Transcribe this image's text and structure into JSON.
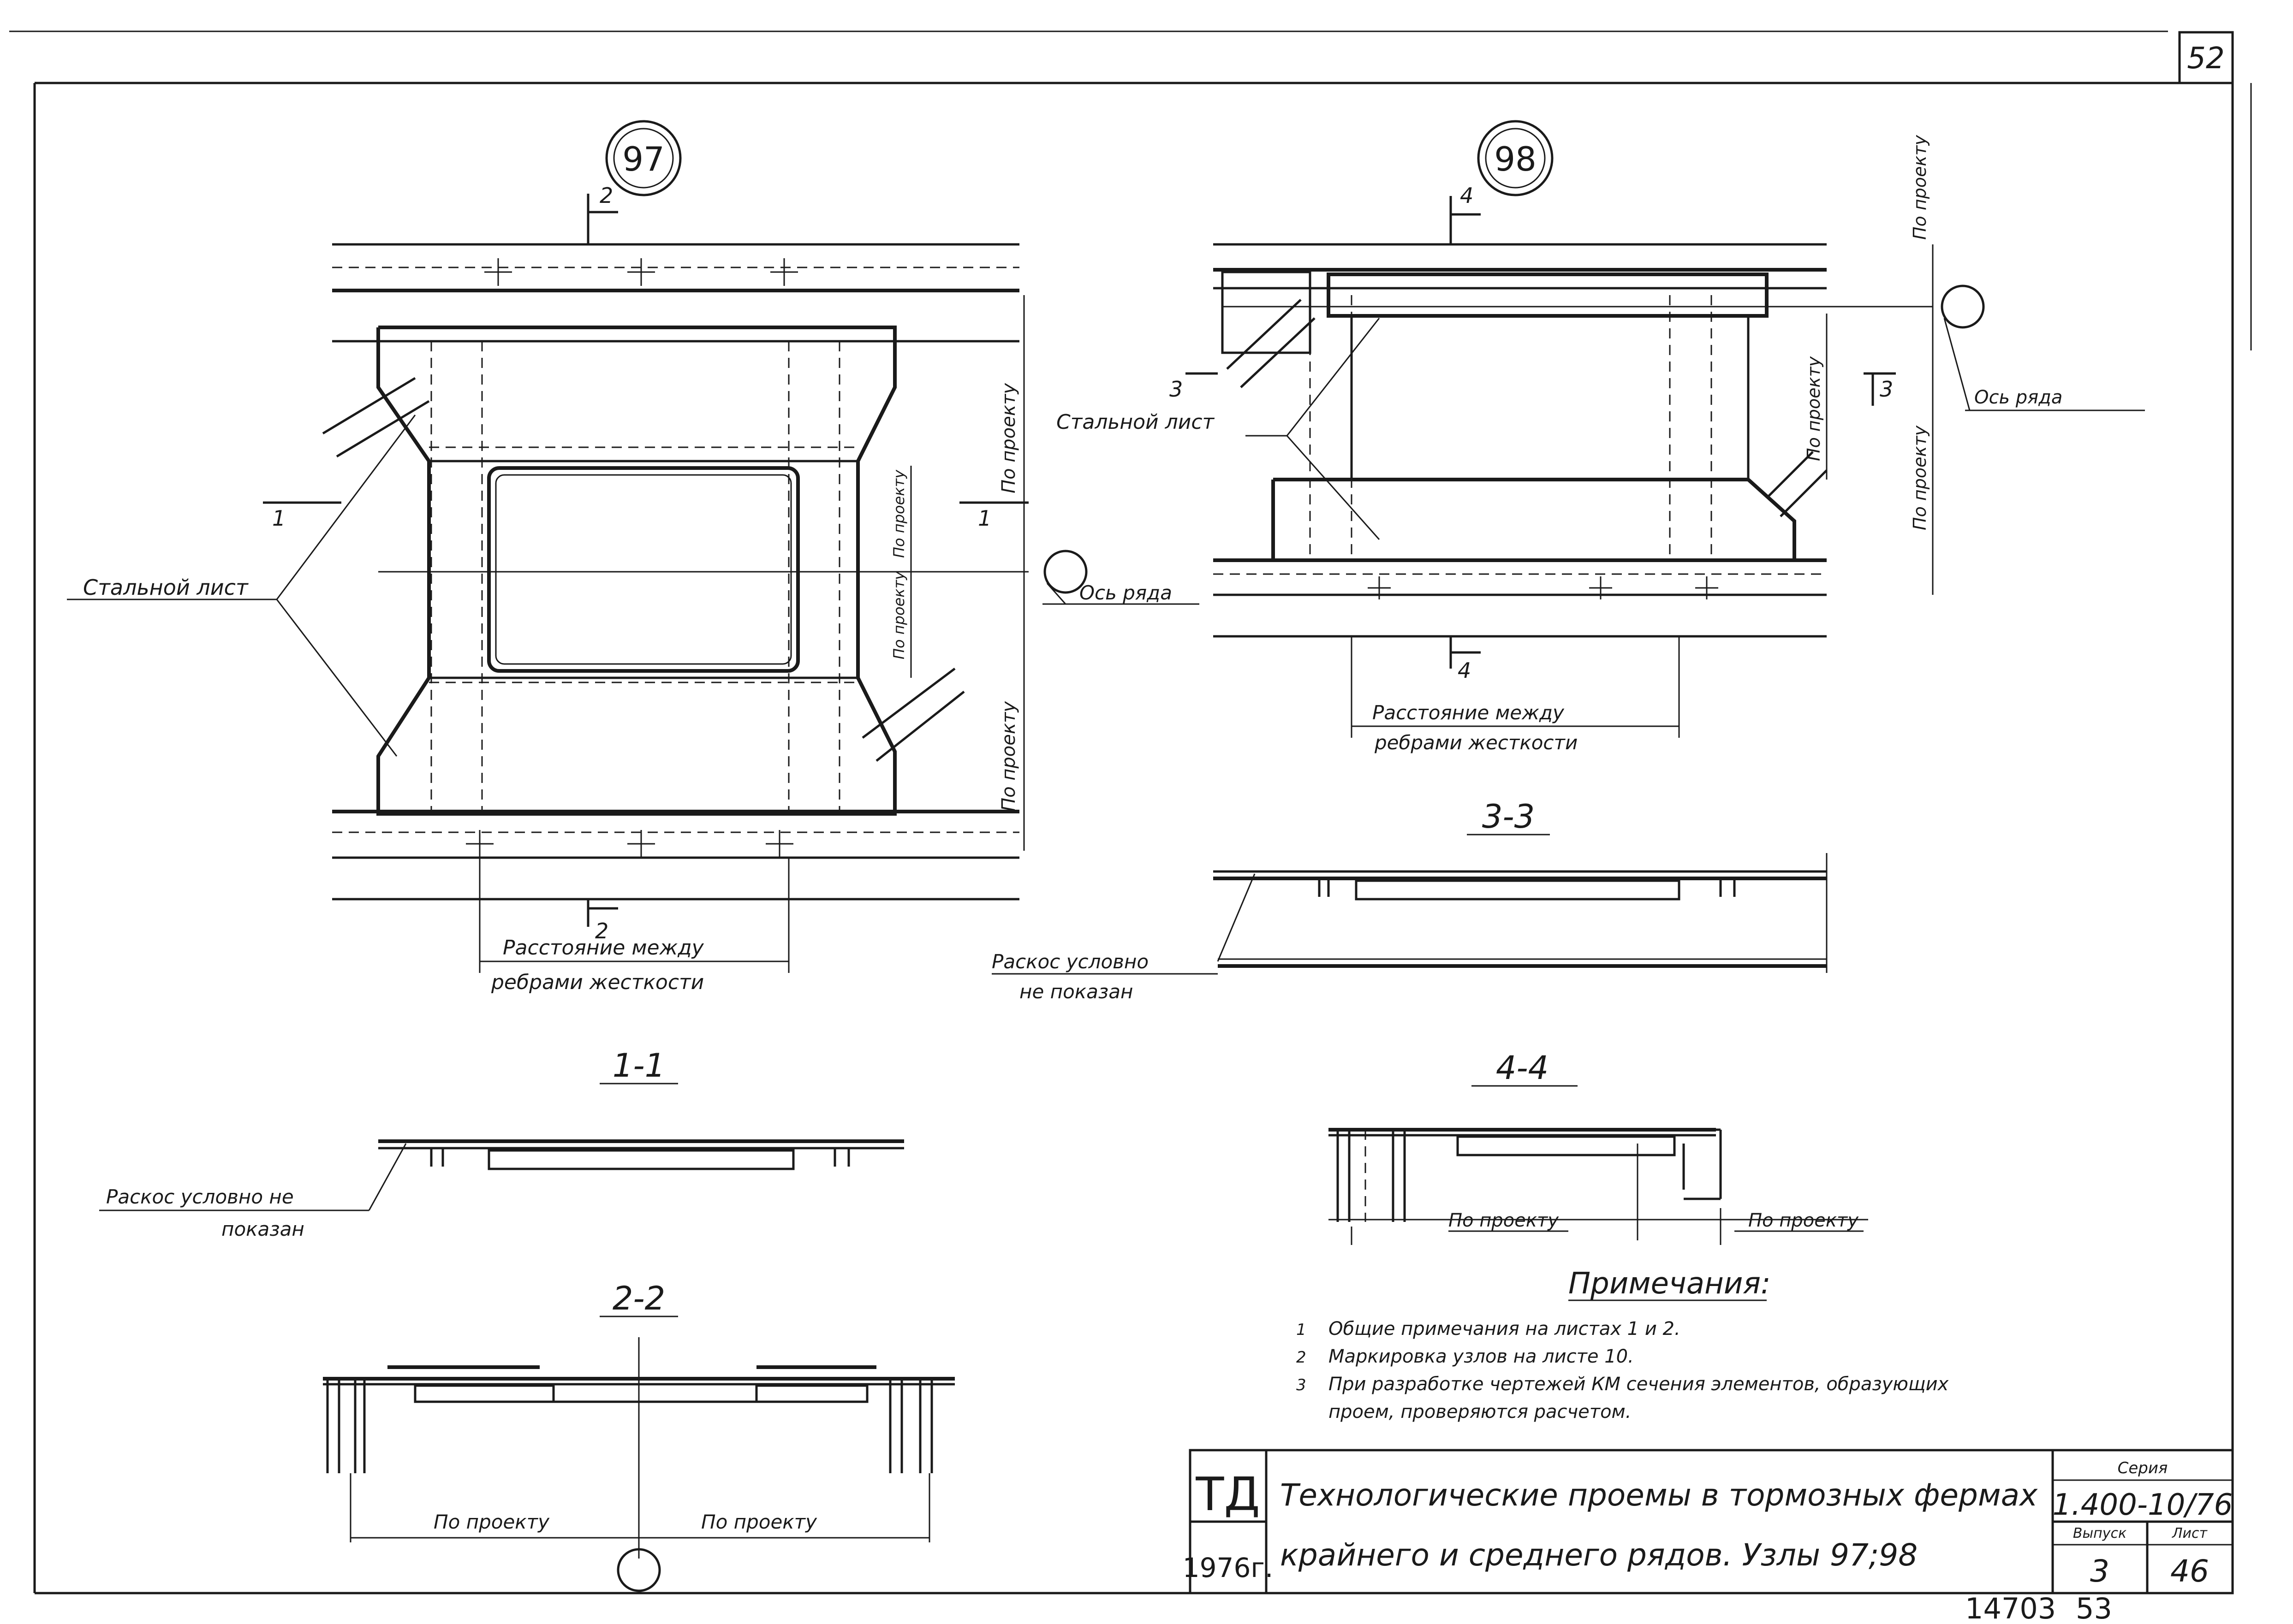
{
  "sheet": {
    "page_number": "52",
    "archive_number": "14703",
    "archive_sheet": "53"
  },
  "node97": {
    "label": "97",
    "cut_1": "1",
    "cut_2": "2",
    "callout_steel_sheet": "Стальной лист",
    "dim_top": "По проекту",
    "dim_inner_top": "По проекту",
    "dim_inner_bottom": "По проекту",
    "dim_bottom": "По проекту",
    "axis_label": "Ось ряда",
    "spacing_label_1": "Расстояние между",
    "spacing_label_2": "ребрами жесткости"
  },
  "node98": {
    "label": "98",
    "cut_3": "3",
    "cut_4": "4",
    "callout_steel_sheet": "Стальной лист",
    "dim_top": "По проекту",
    "dim_inner": "По проекту",
    "dim_right": "По проекту",
    "axis_label": "Ось ряда",
    "spacing_label_1": "Расстояние между",
    "spacing_label_2": "ребрами жесткости"
  },
  "sections": {
    "s11_title": "1-1",
    "s11_note_1": "Раскос условно не",
    "s11_note_2": "показан",
    "s22_title": "2-2",
    "s22_dim_left": "По проекту",
    "s22_dim_right": "По проекту",
    "s33_title": "3-3",
    "s33_note_1": "Раскос условно",
    "s33_note_2": "не показан",
    "s44_title": "4-4",
    "s44_dim_left": "По проекту",
    "s44_dim_right": "По проекту"
  },
  "notes": {
    "heading": "Примечания:",
    "items": [
      {
        "num": "1",
        "text": "Общие примечания на листах 1 и 2."
      },
      {
        "num": "2",
        "text": "Маркировка узлов на листе 10."
      },
      {
        "num": "3",
        "text": "При разработке чертежей КМ сечения элементов, образующих"
      }
    ],
    "item3_cont": "проем, проверяются расчетом."
  },
  "title_block": {
    "org": "ТД",
    "year": "1976г.",
    "title_line_1": "Технологические проемы в тормозных фермах",
    "title_line_2": "крайнего и среднего рядов. Узлы 97;98",
    "series_label": "Серия",
    "series_value": "1.400-10/76",
    "issue_label": "Выпуск",
    "issue_value": "3",
    "sheet_label": "Лист",
    "sheet_value": "46"
  }
}
